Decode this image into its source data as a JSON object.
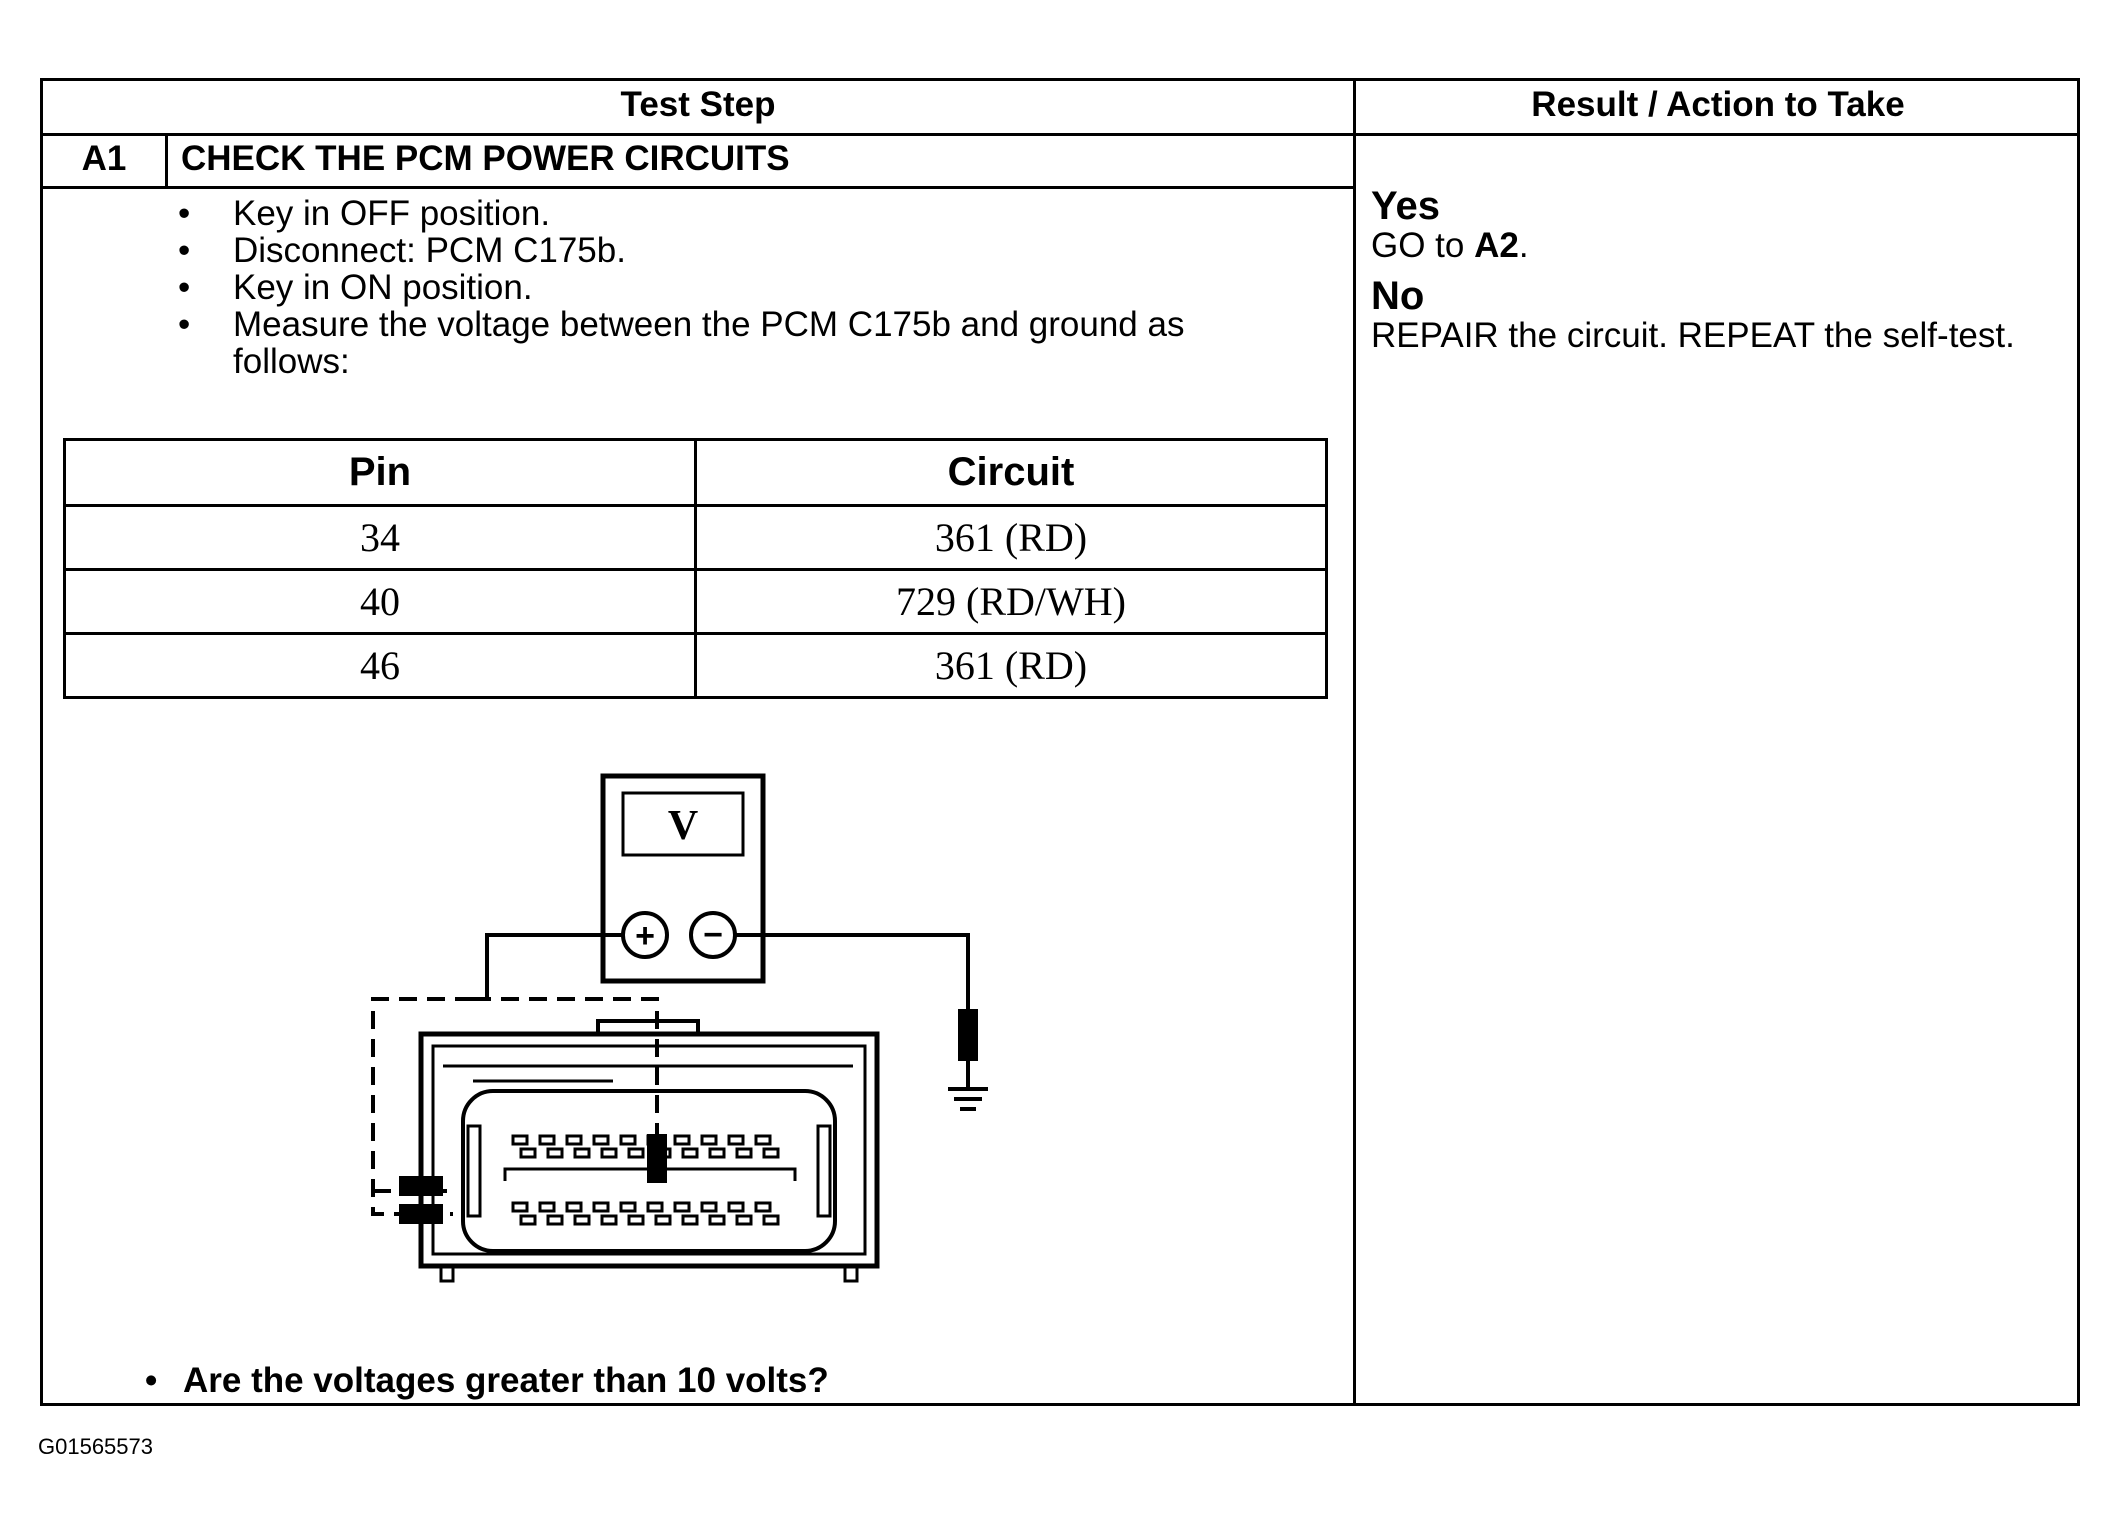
{
  "header": {
    "test_step": "Test Step",
    "result_action": "Result / Action to Take"
  },
  "step": {
    "id": "A1",
    "title": "CHECK THE PCM POWER CIRCUITS"
  },
  "instructions": [
    "Key in OFF position.",
    "Disconnect: PCM C175b.",
    "Key in ON position.",
    "Measure the voltage between the PCM C175b and ground as follows:"
  ],
  "pin_table": {
    "headers": [
      "Pin",
      "Circuit"
    ],
    "rows": [
      [
        "34",
        "361 (RD)"
      ],
      [
        "40",
        "729 (RD/WH)"
      ],
      [
        "46",
        "361 (RD)"
      ]
    ]
  },
  "meter": {
    "display": "V",
    "plus": "+",
    "minus": "−"
  },
  "question": "Are the voltages greater than 10 volts?",
  "results": {
    "yes_label": "Yes",
    "yes_action_prefix": "GO to ",
    "yes_action_target": "A2",
    "yes_action_suffix": ".",
    "no_label": "No",
    "no_action": "REPAIR the circuit. REPEAT the self-test."
  },
  "figure_id": "G01565573"
}
